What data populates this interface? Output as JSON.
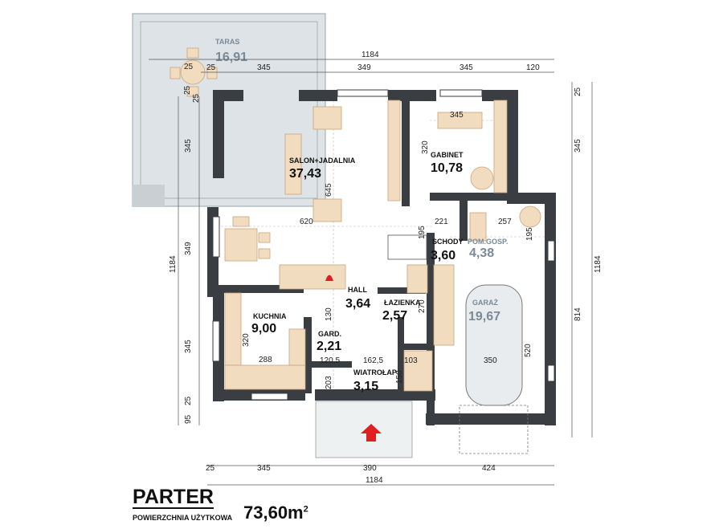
{
  "rooms": {
    "taras": {
      "name": "TARAS",
      "area": "16,91"
    },
    "salon": {
      "name": "SALON+JADALNIA",
      "area": "37,43"
    },
    "gabinet": {
      "name": "GABINET",
      "area": "10,78"
    },
    "schody": {
      "name": "SCHODY",
      "area": "3,60"
    },
    "pom": {
      "name": "POM.GOSP.",
      "area": "4,38"
    },
    "hall": {
      "name": "HALL",
      "area": "3,64"
    },
    "lazienka": {
      "name": "ŁAZIENKA",
      "area": "2,57"
    },
    "garaz": {
      "name": "GARAŻ",
      "area": "19,67"
    },
    "kuchnia": {
      "name": "KUCHNIA",
      "area": "9,00"
    },
    "gard": {
      "name": "GARD.",
      "area": "2,21"
    },
    "wiatrolap": {
      "name": "WIATROŁAP",
      "area": "3,15"
    }
  },
  "dims": {
    "top_total": "1184",
    "top_25": "25",
    "top_345a": "345",
    "top_349": "349",
    "top_345b": "345",
    "top_120": "120",
    "bottom_25": "25",
    "bottom_345": "345",
    "bottom_390": "390",
    "bottom_424": "424",
    "bottom_total": "1184",
    "left_345a": "345",
    "left_349": "349",
    "left_345b": "345",
    "left_25": "25",
    "left_95": "95",
    "left_25b": "25",
    "left_total": "1184",
    "right_25": "25",
    "right_345": "345",
    "right_814": "814",
    "right_total": "1184",
    "in_345": "345",
    "in_320a": "320",
    "in_645": "645",
    "in_620": "620",
    "in_221": "221",
    "in_257": "257",
    "in_195a": "195",
    "in_195b": "195",
    "in_130": "130",
    "in_270": "270",
    "in_320b": "320",
    "in_288": "288",
    "in_120_5": "120,5",
    "in_162_5": "162,5",
    "in_203": "203",
    "in_103": "103",
    "in_150": "150",
    "in_350": "350",
    "in_520": "520",
    "in_25a": "25",
    "in_25b": "25"
  },
  "title": {
    "main": "PARTER",
    "sub": "POWIERZCHNIA UŻYTKOWA",
    "area": "73,60m",
    "area_sup": "2"
  },
  "colors": {
    "wall": "#3a3d42",
    "furniture": "#f2dcc0",
    "grey_label": "#7a8a97",
    "arrow": "#e02020"
  }
}
